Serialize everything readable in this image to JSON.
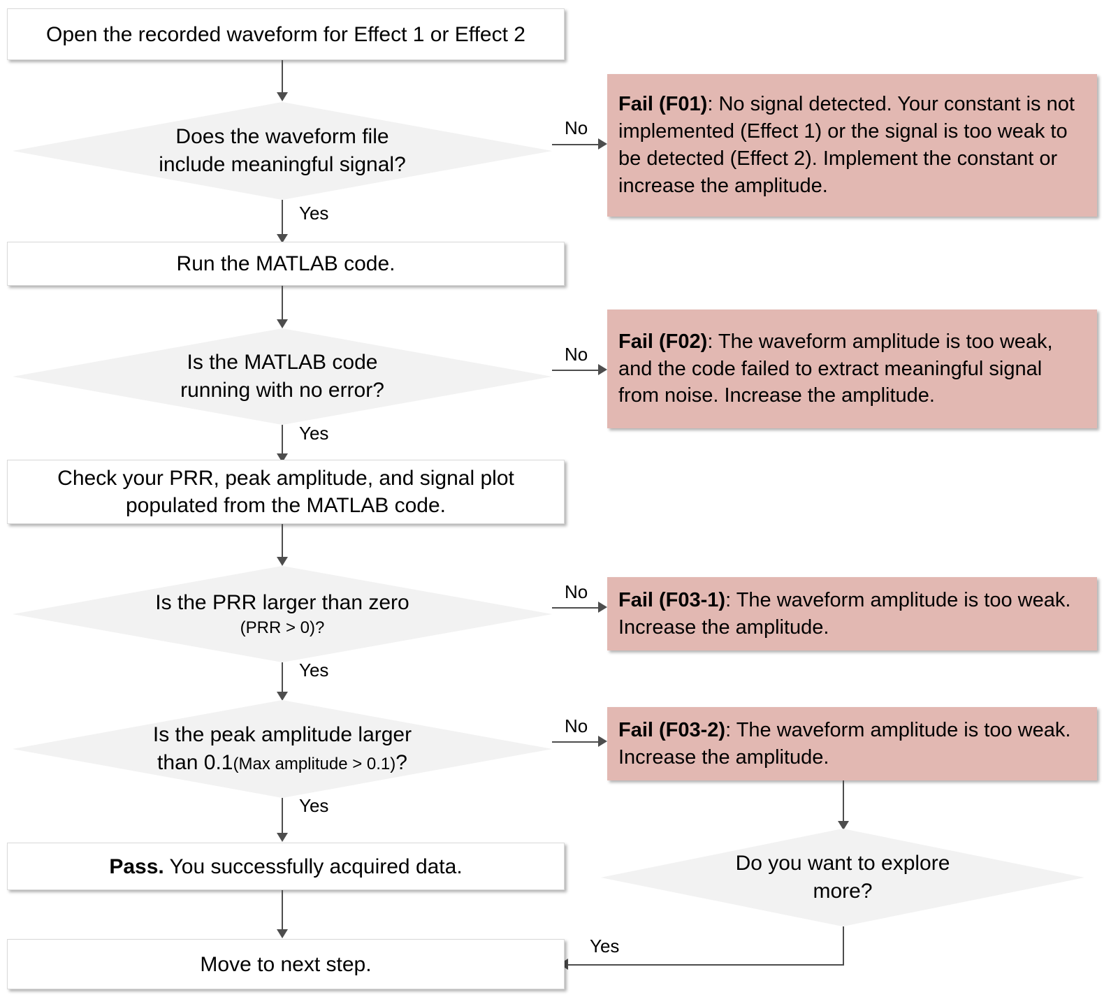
{
  "diagram": {
    "type": "flowchart",
    "title": "Waveform data-acquisition troubleshooting flowchart",
    "colors": {
      "fail_box_fill": "#e2b8b2",
      "decision_fill": "#f2f2f2",
      "process_fill": "#ffffff",
      "connector": "#4d4d4d",
      "text": "#000000"
    }
  },
  "nodes": {
    "start": {
      "label": "Open the recorded waveform for Effect 1 or Effect 2"
    },
    "d1": {
      "line1": "Does the waveform file",
      "line2": "include meaningful signal?"
    },
    "p1": {
      "label": "Run the MATLAB code."
    },
    "d2": {
      "line1": "Is the MATLAB code",
      "line2": "running with no error?"
    },
    "p2": {
      "line1": "Check your PRR, peak amplitude, and signal plot",
      "line2": "populated from the MATLAB code."
    },
    "d3": {
      "line1": "Is the PRR  larger than zero",
      "line2": "(PRR > 0)?"
    },
    "d4": {
      "line1a": "Is the peak amplitude larger",
      "line2a": "than 0.1",
      "line2b": "(Max amplitude > 0.1)",
      "line2c": "?"
    },
    "pass": {
      "strong": "Pass.",
      "rest": " You successfully acquired data."
    },
    "next": {
      "label": "Move to next step."
    },
    "d5": {
      "line1": "Do you want to explore",
      "line2": "more?"
    }
  },
  "fails": {
    "f01": {
      "code": "Fail (F01)",
      "sep": ": ",
      "text": "No signal detected. Your constant is not implemented (Effect 1) or the signal is too weak to be detected (Effect 2). Implement the constant or increase the amplitude."
    },
    "f02": {
      "code": "Fail (F02)",
      "sep": ": ",
      "text": "The waveform amplitude is too weak, and the code failed to extract meaningful signal from noise. Increase the amplitude."
    },
    "f031": {
      "code": "Fail (F03-1)",
      "sep": ": ",
      "text": "The waveform amplitude is too weak. Increase the amplitude."
    },
    "f032": {
      "code": "Fail (F03-2)",
      "sep": ": ",
      "text": "The waveform amplitude is too weak. Increase the amplitude."
    }
  },
  "edges": {
    "no1": "No",
    "no2": "No",
    "no3": "No",
    "no4": "No",
    "yes1": "Yes",
    "yes2": "Yes",
    "yes3": "Yes",
    "yes4": "Yes",
    "yes5": "Yes"
  }
}
